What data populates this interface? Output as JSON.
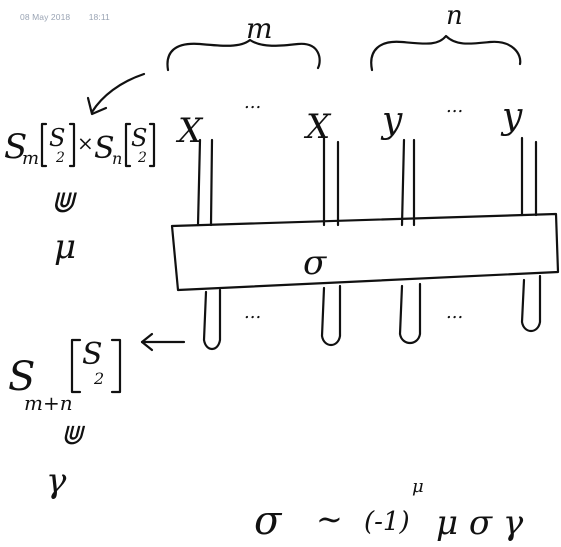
{
  "header": {
    "date": "08 May 2018",
    "time": "18:11"
  },
  "top_labels": {
    "left_count": "m",
    "right_count": "n"
  },
  "inputs": {
    "left_symbol": "X",
    "right_symbol": "y",
    "ellipsis": "..."
  },
  "box": {
    "label": "σ"
  },
  "outputs": {
    "ellipsis": "..."
  },
  "left_group": {
    "s_m": "S",
    "sub_m": "m",
    "s2a": "S",
    "sub2a": "2",
    "times": "×",
    "s_n": "S",
    "sub_n": "n",
    "s2b": "S",
    "sub2b": "2",
    "membership": "⋓",
    "element": "μ"
  },
  "bottom_group": {
    "s": "S",
    "sub": "m+n",
    "s2": "S",
    "sub2": "2",
    "membership": "⋓",
    "element": "γ"
  },
  "equation": {
    "lhs": "σ",
    "sim": "∼",
    "minus_one": "(-1)",
    "exponent": "μ",
    "rhs": "μ σ γ"
  }
}
